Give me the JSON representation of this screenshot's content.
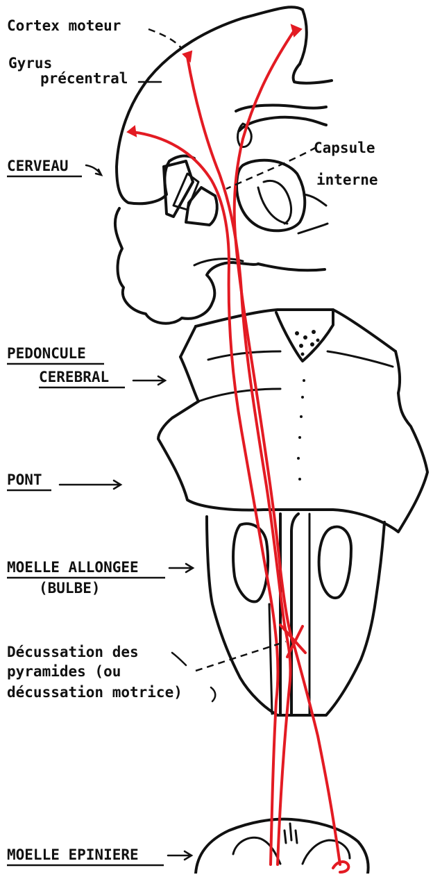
{
  "labels": {
    "cortex_moteur": "Cortex moteur",
    "gyrus_line1": "Gyrus",
    "gyrus_line2": "précentral",
    "cerveau": "CERVEAU",
    "capsule_line1": "Capsule",
    "capsule_line2": "interne",
    "pedoncule_line1": "PEDONCULE",
    "pedoncule_line2": "CEREBRAL",
    "pont": "PONT",
    "moelle_allongee_line1": "MOELLE ALLONGEE",
    "moelle_allongee_line2": "(BULBE)",
    "decussation_line1": "Décussation des",
    "decussation_line2": "pyramides  (ou",
    "decussation_line3": "décussation motrice)",
    "moelle_epiniere": "MOELLE EPINIERE"
  },
  "colors": {
    "tract": "#e31b23",
    "outline": "#111111",
    "background": "#ffffff"
  }
}
